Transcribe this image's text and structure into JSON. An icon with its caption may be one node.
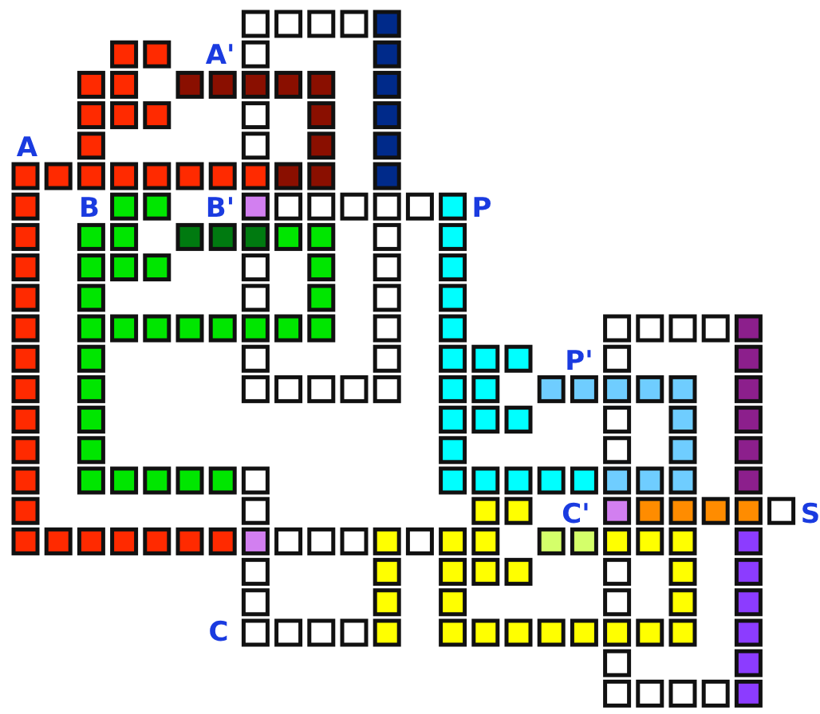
{
  "diagram": {
    "labels": [
      "A'",
      "A",
      "B",
      "B'",
      "P",
      "P'",
      "C'",
      "S",
      "C"
    ]
  }
}
